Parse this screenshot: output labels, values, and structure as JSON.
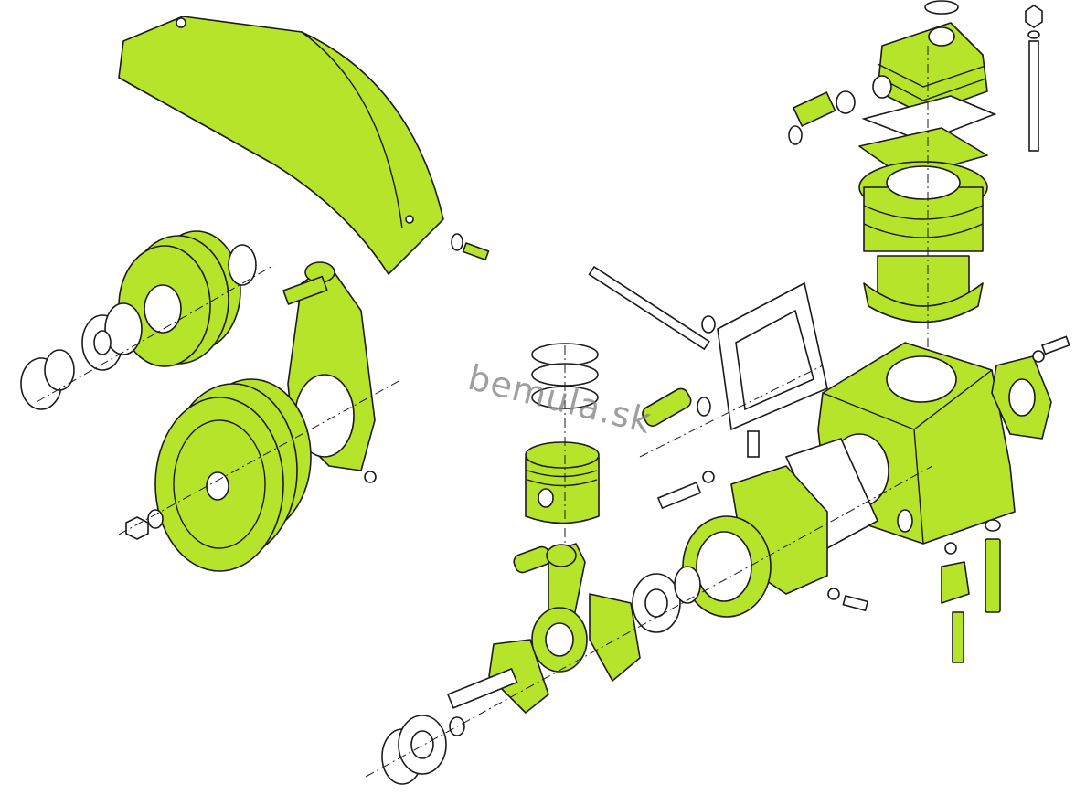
{
  "watermark": {
    "text": "bemula.sk"
  },
  "colors": {
    "part_fill": "#b6e42b",
    "outline": "#1a1a1a",
    "watermark": "#7f7f7f",
    "background": "#ffffff"
  },
  "parts": [
    "belt-guard-cover",
    "small-pulley",
    "ball-bearing",
    "circlip",
    "tensioner-arm",
    "large-pulley",
    "cylinder-head",
    "cylinder",
    "head-gasket",
    "inlet-fitting",
    "stud-bolt",
    "crankcase",
    "side-cover",
    "gasket",
    "piston",
    "piston-rings",
    "piston-pin",
    "connecting-rod",
    "crankshaft",
    "bearing-housing",
    "cover-bolt"
  ]
}
